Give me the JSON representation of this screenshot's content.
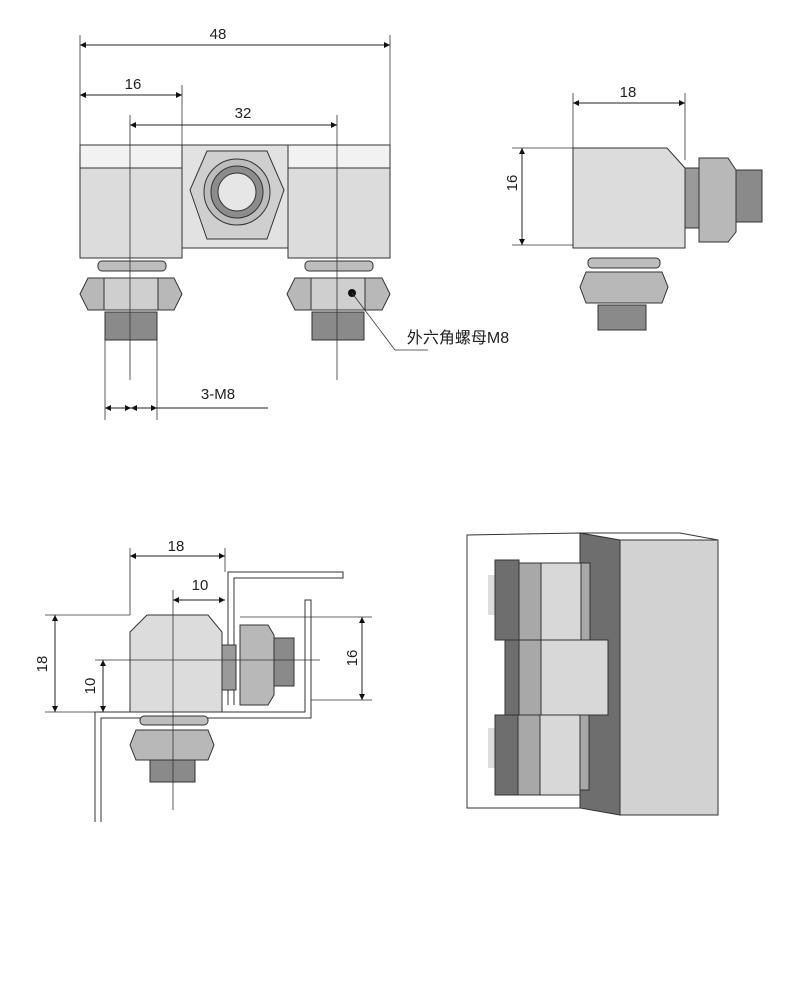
{
  "front_view": {
    "dim_total": "48",
    "dim_left": "16",
    "dim_center": "32",
    "thread_note": "3-M8",
    "nut_callout": "外六角螺母M8"
  },
  "side_view": {
    "dim_width": "18",
    "dim_height": "16"
  },
  "mounted_view": {
    "dim_width": "18",
    "dim_offset": "10",
    "dim_height_left": "18",
    "dim_center_left": "10",
    "dim_height_right": "16"
  },
  "colors": {
    "body": "#dcdcdc",
    "nut": "#a8a8a8",
    "dark": "#6e6e6e",
    "line": "#222222"
  }
}
